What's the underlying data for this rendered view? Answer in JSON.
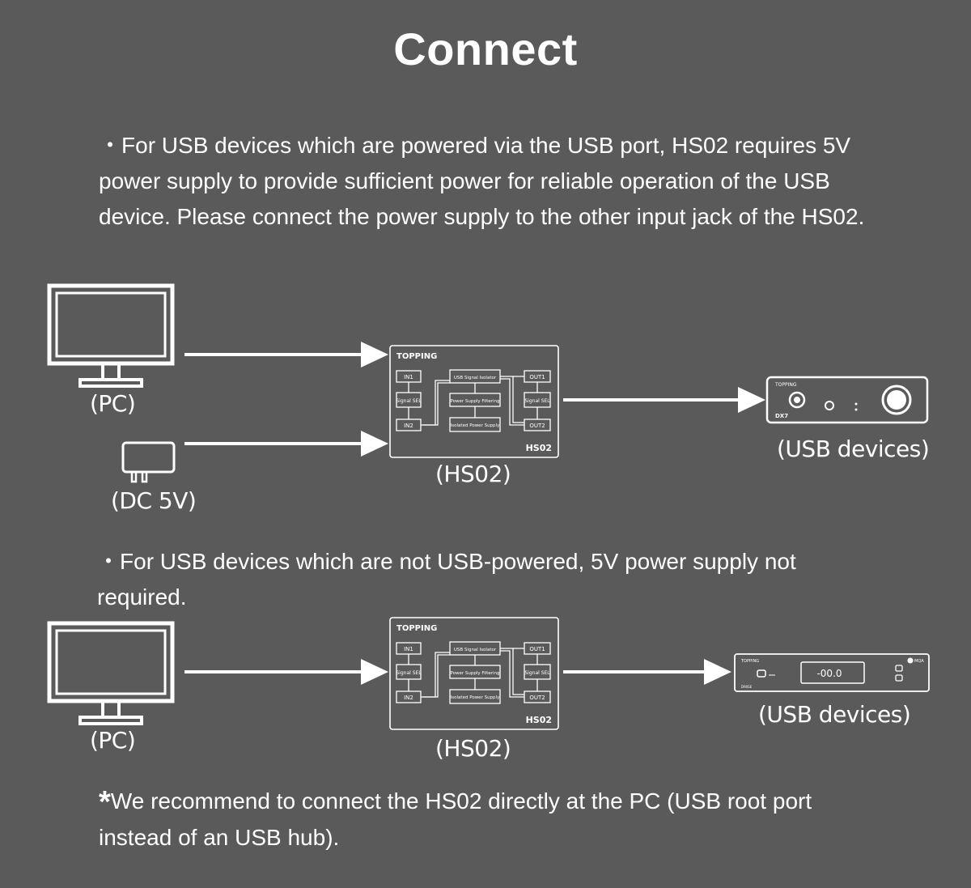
{
  "title": "Connect",
  "section1": {
    "bullet": "・",
    "text": "For USB devices which are powered via the USB port, HS02 requires 5V power supply to provide sufficient power for reliable operation of the USB device. Please connect the power supply to the other input jack of the HS02.",
    "labels": {
      "pc": "(PC)",
      "dc": "(DC 5V)",
      "hs02": "(HS02)",
      "usb_devices": "(USB devices)"
    },
    "device_brand": "TOPPING",
    "device_model": "DX7"
  },
  "section2": {
    "bullet": "・",
    "text": "For USB devices which are not USB-powered, 5V power supply not required.",
    "labels": {
      "pc": "(PC)",
      "hs02": "(HS02)",
      "usb_devices": "(USB devices)"
    },
    "device_brand": "TOPPING",
    "device_model": "D90SE",
    "device_display": "-00.0",
    "device_badge": "MQA"
  },
  "hs02_box": {
    "brand": "TOPPING",
    "model": "HS02",
    "blocks": {
      "in1": "IN1",
      "in2": "IN2",
      "signal_sel_left": "Signal SEL",
      "signal_sel_right": "Signal SEL",
      "out1": "OUT1",
      "out2": "OUT2",
      "usb_isolator": "USB Signal Isolator",
      "ps_filtering": "Power Supply Filtering",
      "isolated_ps": "Isolated Power Supply"
    }
  },
  "footnote": {
    "mark": "*",
    "text": "We recommend to connect the HS02 directly at the PC (USB root port instead of an USB hub)."
  }
}
